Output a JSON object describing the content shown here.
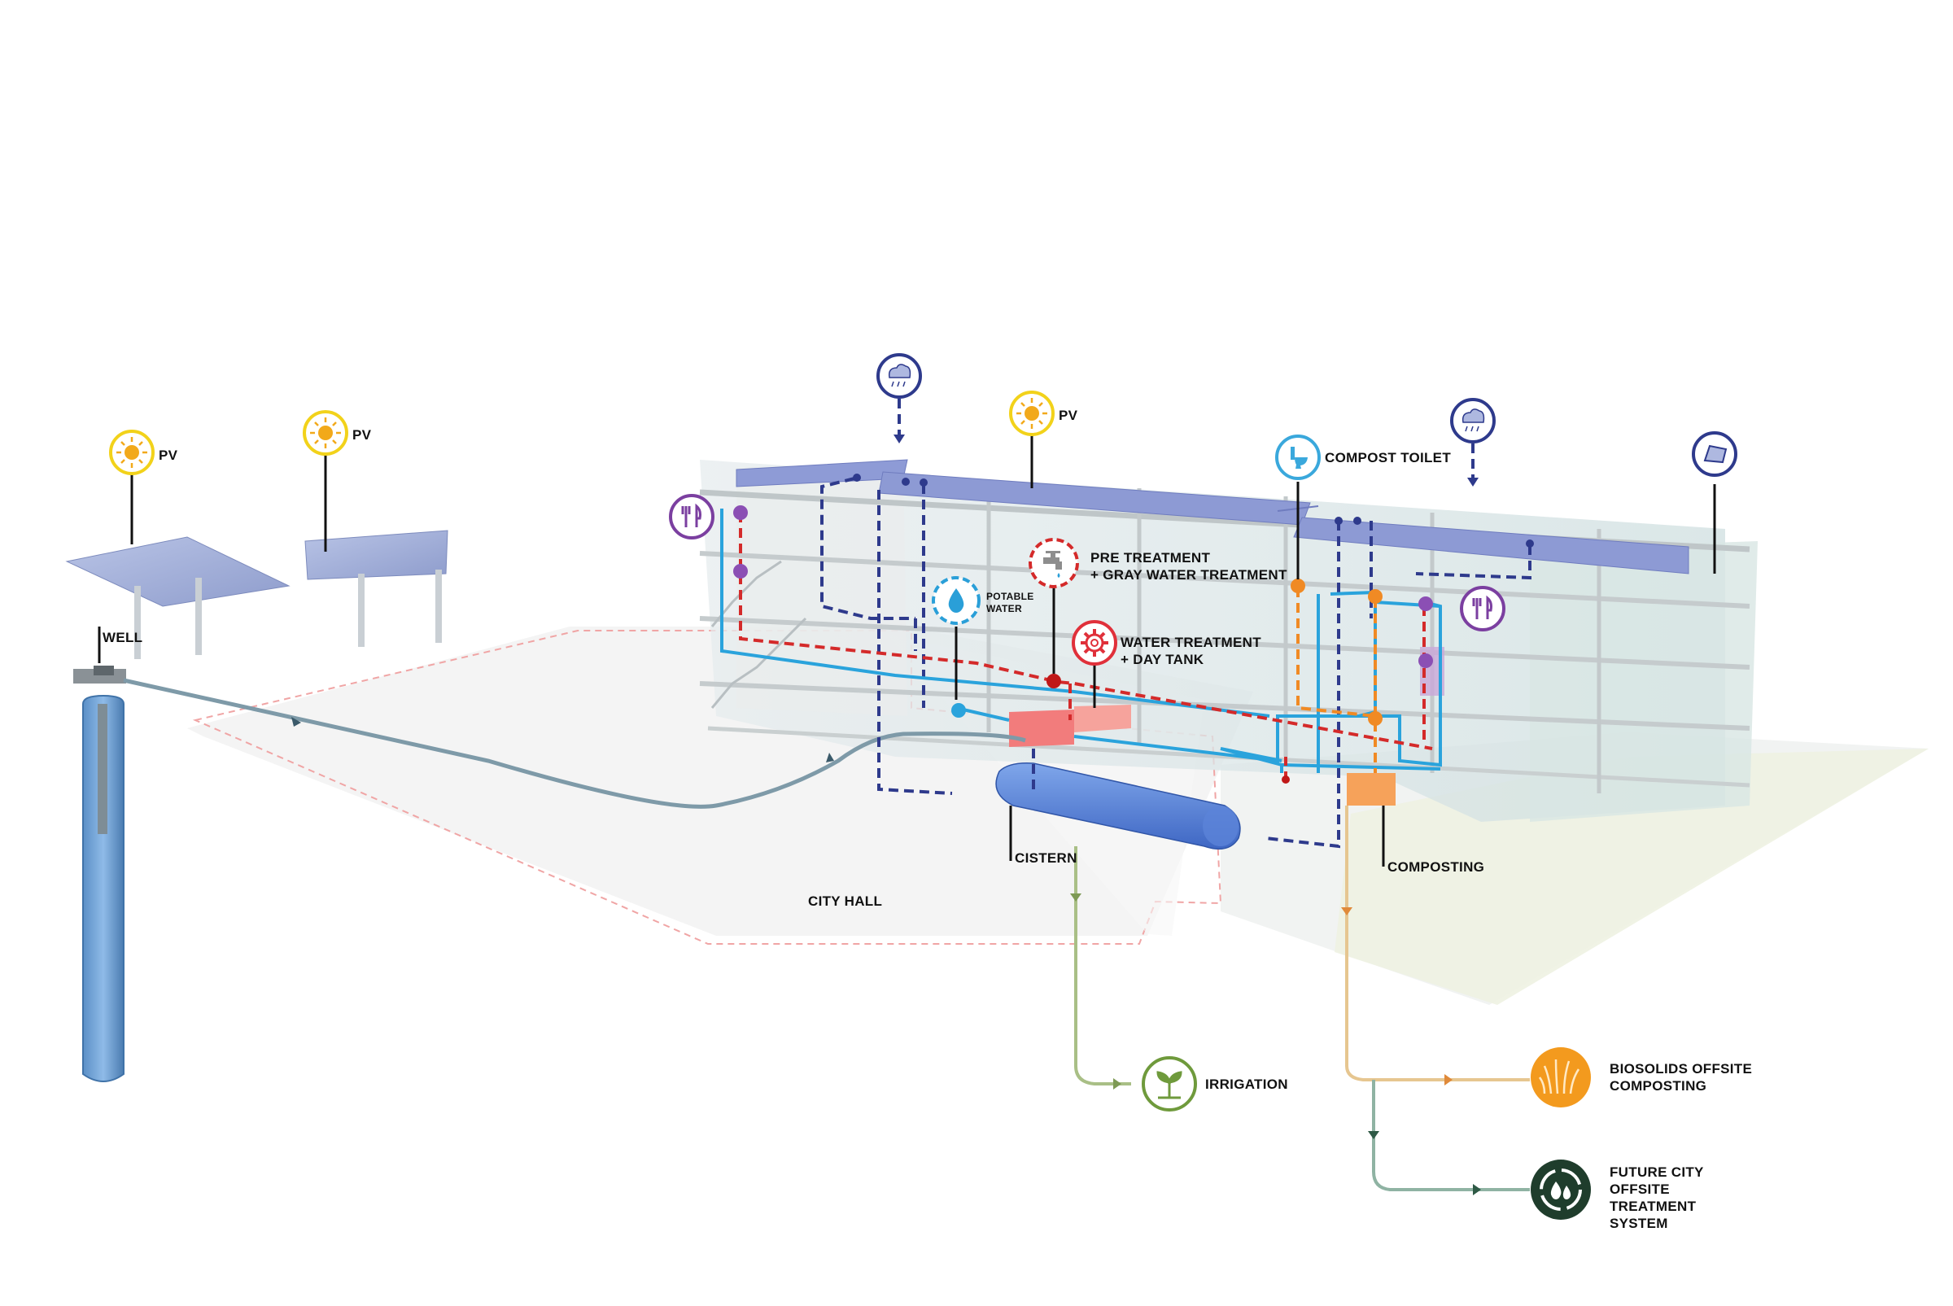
{
  "labels": {
    "pv": "PV",
    "well": "WELL",
    "potable_water": [
      "POTABLE",
      "WATER"
    ],
    "pre_treatment": [
      "PRE TREATMENT",
      "+ GRAY WATER TREATMENT"
    ],
    "water_treatment": [
      "WATER TREATMENT",
      "+ DAY TANK"
    ],
    "compost_toilet": "COMPOST TOILET",
    "cistern": "CISTERN",
    "city_hall": "CITY HALL",
    "composting": "COMPOSTING",
    "irrigation": "IRRIGATION",
    "biosolids": [
      "BIOSOLIDS OFFSITE",
      "COMPOSTING"
    ],
    "future_city": [
      "FUTURE CITY",
      "OFFSITE",
      "TREATMENT",
      "SYSTEM"
    ]
  },
  "icons": [
    {
      "name": "sun-icon",
      "color": "#f2d21a"
    },
    {
      "name": "rain-cloud-icon",
      "color": "#2e3a8c"
    },
    {
      "name": "fork-knife-icon",
      "color": "#7b3fa0"
    },
    {
      "name": "water-drop-icon",
      "color": "#2a9fd8"
    },
    {
      "name": "faucet-icon",
      "color": "#d42a2a"
    },
    {
      "name": "gear-icon",
      "color": "#e0303a"
    },
    {
      "name": "toilet-icon",
      "color": "#3aa8dc"
    },
    {
      "name": "solar-panel-icon",
      "color": "#2e3a8c"
    },
    {
      "name": "sprout-icon",
      "color": "#6f9a3c"
    },
    {
      "name": "grass-icon",
      "color": "#f39a1e"
    },
    {
      "name": "recycle-water-icon",
      "color": "#1f3d2c"
    }
  ],
  "colors": {
    "potable": "#2aa3dc",
    "gray_water": "#d42a2a",
    "rainwater": "#2e3a8c",
    "compost": "#f08a24",
    "irrigation": "#a9bf86",
    "biosolids": "#e6c690",
    "offsite": "#8fb3a3",
    "well_line": "#7e9aa8"
  }
}
